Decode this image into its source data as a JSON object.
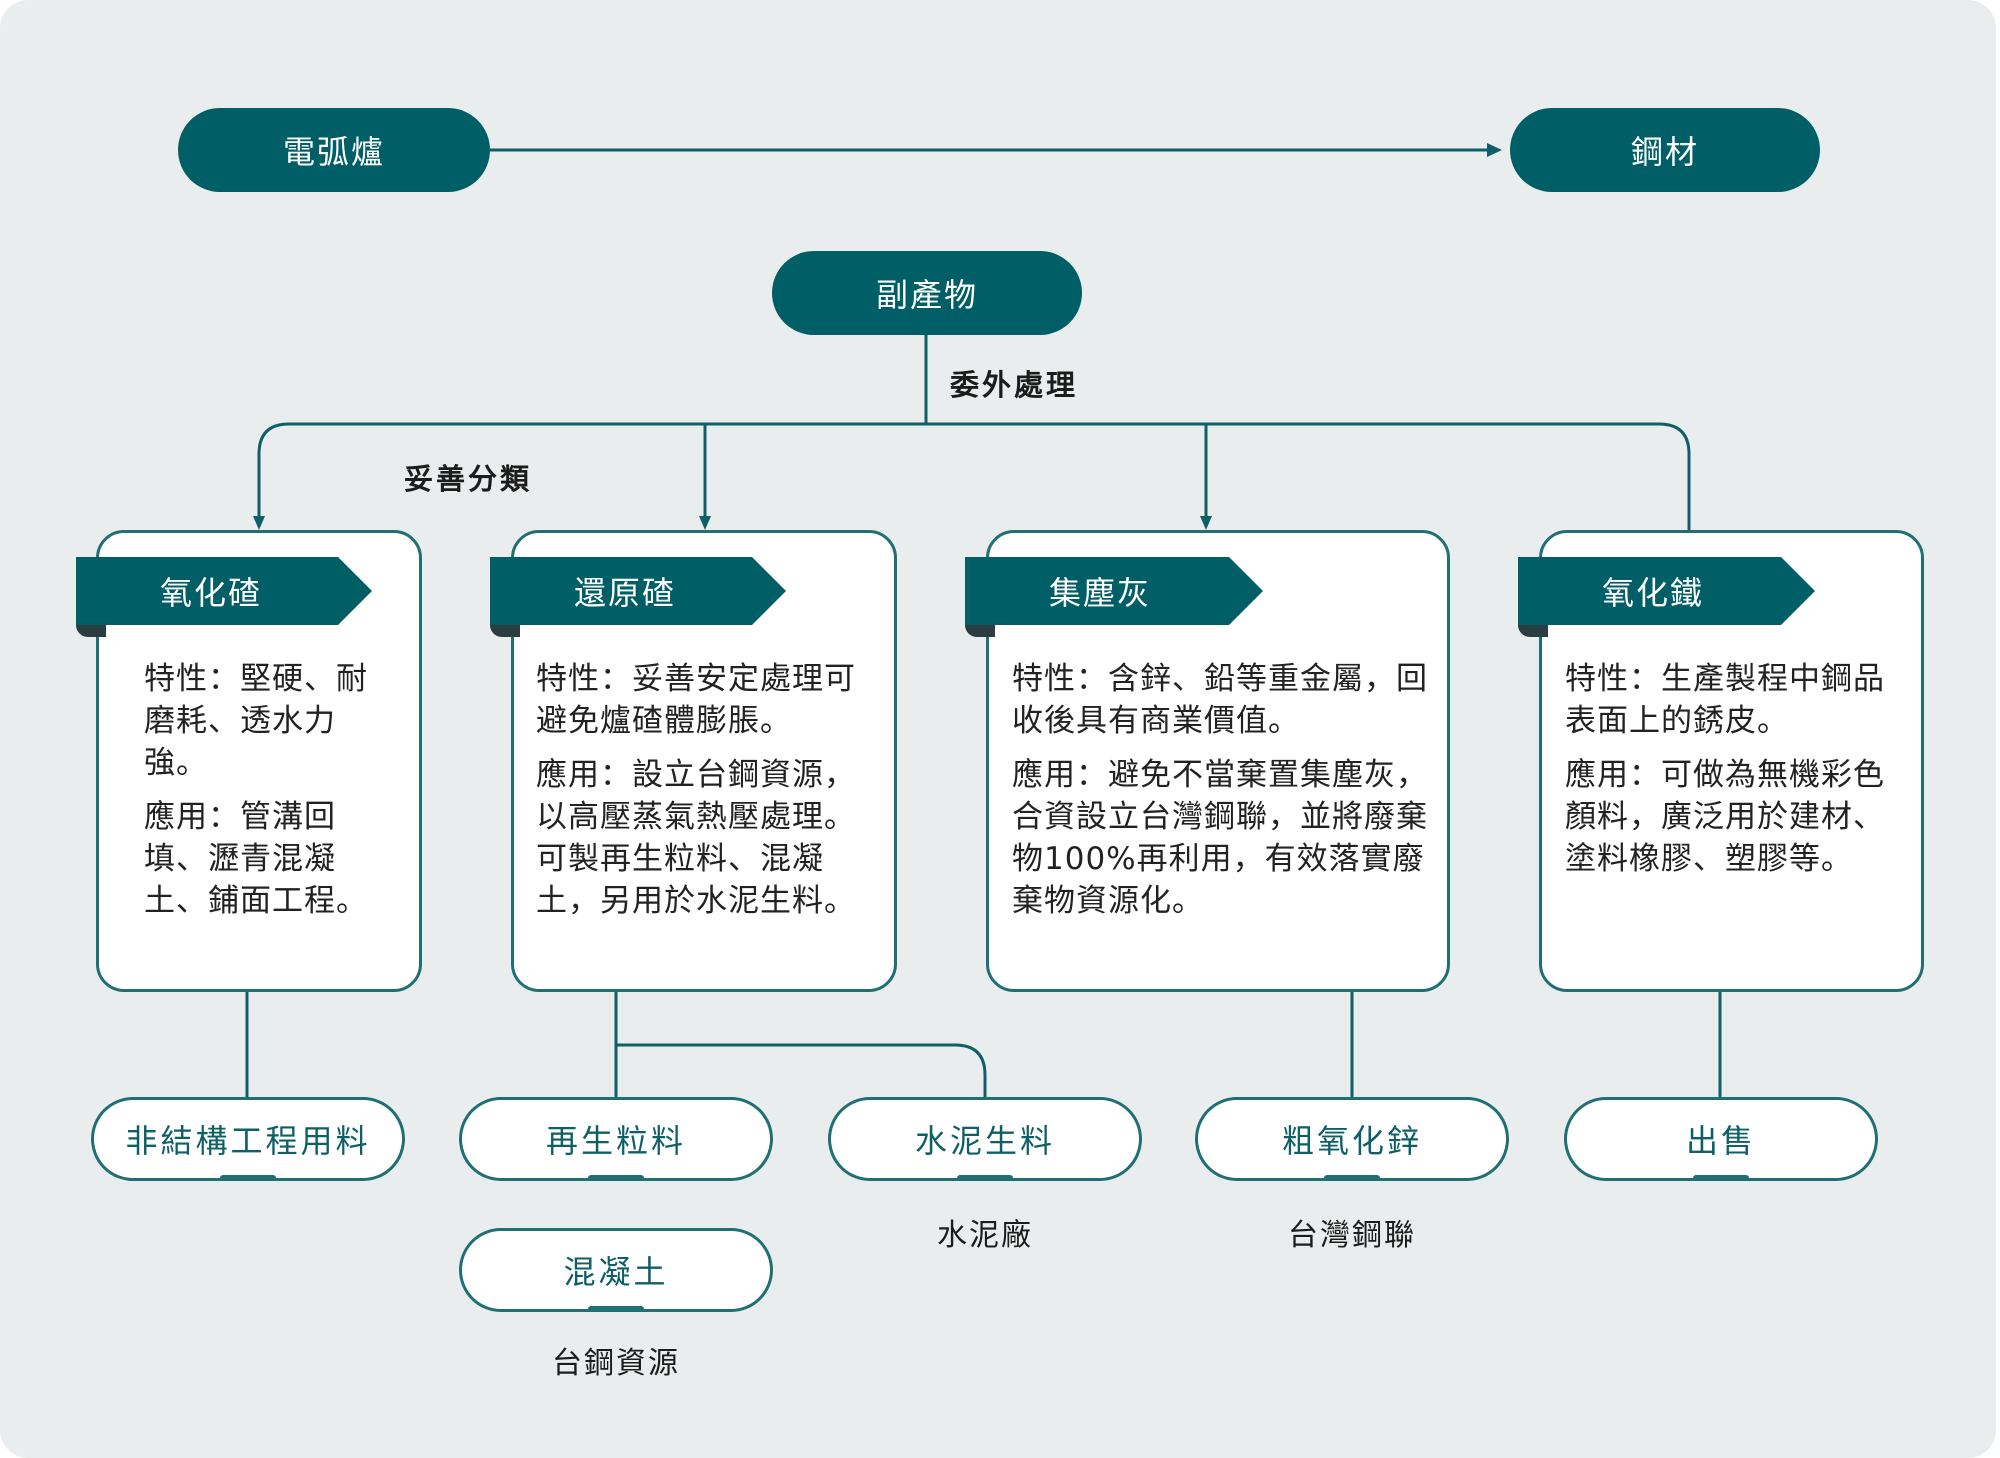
{
  "process": {
    "source": "電弧爐",
    "product": "鋼材",
    "byproduct": "副產物",
    "outsource_label": "委外處理",
    "sort_label": "妥善分類"
  },
  "categories": [
    {
      "name": "氧化碴",
      "property": "特性：堅硬、耐磨耗、透水力強。",
      "application": "應用：管溝回填、瀝青混凝土、鋪面工程。"
    },
    {
      "name": "還原碴",
      "property": "特性：妥善安定處理可避免爐碴體膨脹。",
      "application": "應用：設立台鋼資源，以高壓蒸氣熱壓處理。可製再生粒料、混凝土，另用於水泥生料。"
    },
    {
      "name": "集塵灰",
      "property": "特性：含鋅、鉛等重金屬，回收後具有商業價值。",
      "application": "應用：避免不當棄置集塵灰，合資設立台灣鋼聯，並將廢棄物100%再利用，有效落實廢棄物資源化。"
    },
    {
      "name": "氧化鐵",
      "property": "特性：生產製程中鋼品表面上的銹皮。",
      "application": "應用：可做為無機彩色顏料，廣泛用於建材、塗料橡膠、塑膠等。"
    }
  ],
  "outputs": {
    "non_structural": "非結構工程用料",
    "recycled_aggregate": "再生粒料",
    "cement_raw": "水泥生料",
    "concrete": "混凝土",
    "crude_zinc_oxide": "粗氧化鋅",
    "sale": "出售"
  },
  "recipients": {
    "cement_plant": "水泥廠",
    "taiwan_steel_union": "台灣鋼聯",
    "tsr": "台鋼資源"
  }
}
